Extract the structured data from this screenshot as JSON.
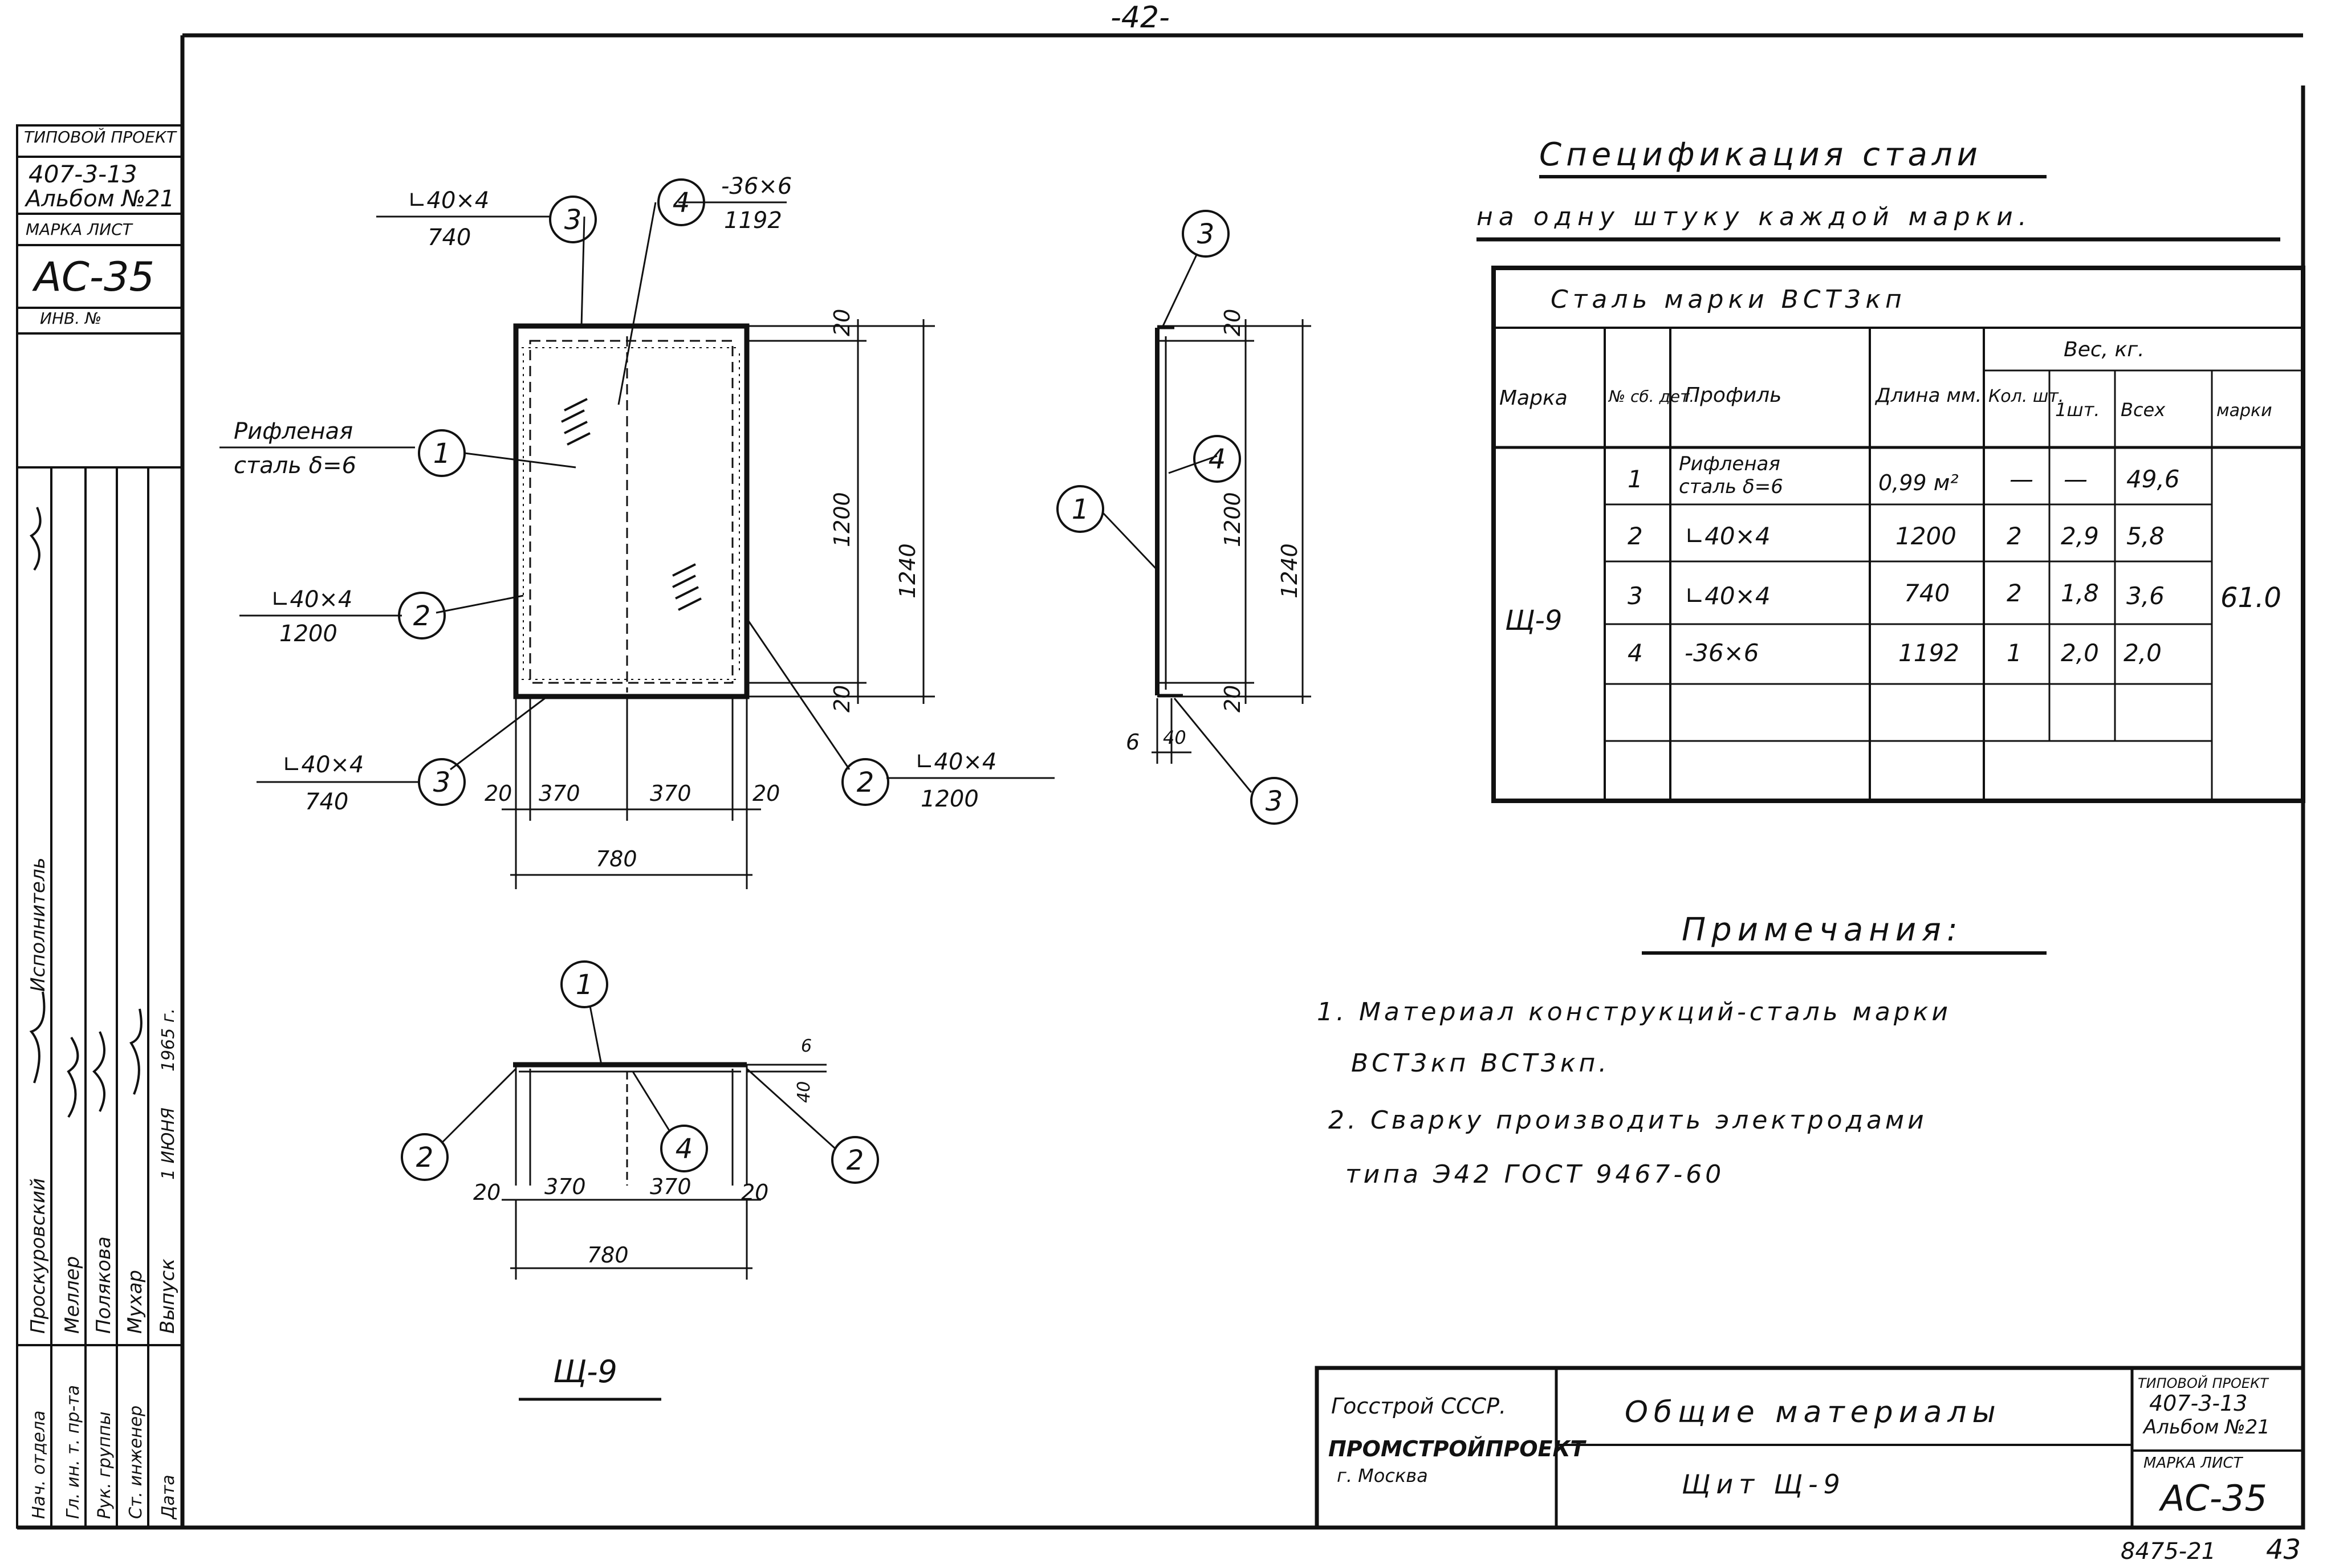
{
  "page_marker": "-42-",
  "side_stamp": {
    "header": "ТИПОВОЙ ПРОЕКТ",
    "project": "407-3-13",
    "album": "Альбом №21",
    "mark_sheet_label": "МАРКА ЛИСТ",
    "mark": "АС-35",
    "inv_label": "ИНВ. №",
    "roles": [
      "Нач. отдела",
      "Гл. ин. т. пр-та",
      "Рук. группы",
      "Ст. инженер",
      "Дата"
    ],
    "names": [
      "Проскуровский",
      "Меллер",
      "Полякова",
      "Мухар",
      "Выпуск"
    ],
    "sign_label": "Исполнитель",
    "year": "1965 г.",
    "date": "1 ИЮНЯ"
  },
  "plan_view": {
    "callouts": {
      "c3_top": {
        "num": "3",
        "profile": "∟40×4",
        "length": "740"
      },
      "c4_top": {
        "num": "4",
        "profile": "-36×6",
        "length": "1192"
      },
      "c1_left": {
        "num": "1",
        "profile": "Рифленая",
        "profile2": "сталь δ=6"
      },
      "c2_left": {
        "num": "2",
        "profile": "∟40×4",
        "length": "1200"
      },
      "c3_bottom": {
        "num": "3",
        "profile": "∟40×4",
        "length": "740"
      },
      "c2_right": {
        "num": "2",
        "profile": "∟40×4",
        "length": "1200"
      }
    },
    "dims": {
      "top": "20",
      "bottom": "20",
      "inner_height": "1200",
      "outer_height": "1240",
      "left": "20",
      "seg1": "370",
      "seg2": "370",
      "right": "20",
      "overall": "780"
    }
  },
  "side_view": {
    "callouts": {
      "top": "3",
      "mid": "4",
      "left": "1",
      "bottom": "3"
    },
    "dims": {
      "top": "20",
      "inner": "1200",
      "outer": "1240",
      "bottom": "20",
      "thick": "6",
      "flange": "40"
    }
  },
  "section_view": {
    "callouts": {
      "top": "1",
      "left": "2",
      "mid": "4",
      "right": "2"
    },
    "dims": {
      "left": "20",
      "seg1": "370",
      "seg2": "370",
      "right": "20",
      "overall": "780",
      "thick": "6",
      "height": "40"
    }
  },
  "view_title": "Щ-9",
  "spec": {
    "title": "Спецификация стали",
    "subtitle": "на одну штуку каждой марки.",
    "steel_grade": "Сталь марки ВСТ3кп",
    "headers": {
      "mark": "Марка",
      "part_no": "№ сб. дет.",
      "profile": "Профиль",
      "length": "Длина мм.",
      "qty": "Кол. шт.",
      "weight": "Вес, кг.",
      "weight_one": "1шт.",
      "weight_all": "Всех",
      "weight_mark": "марки"
    },
    "mark_value": "Щ-9",
    "total_value": "61.0",
    "rows": [
      {
        "no": "1",
        "profile": "Рифленая",
        "profile2": "сталь δ=6",
        "length": "0,99 м²",
        "qty": "—",
        "w1": "—",
        "wall": "49,6"
      },
      {
        "no": "2",
        "profile": "∟40×4",
        "profile2": "",
        "length": "1200",
        "qty": "2",
        "w1": "2,9",
        "wall": "5,8"
      },
      {
        "no": "3",
        "profile": "∟40×4",
        "profile2": "",
        "length": "740",
        "qty": "2",
        "w1": "1,8",
        "wall": "3,6"
      },
      {
        "no": "4",
        "profile": "-36×6",
        "profile2": "",
        "length": "1192",
        "qty": "1",
        "w1": "2,0",
        "wall": "2,0"
      }
    ]
  },
  "notes": {
    "title": "Примечания:",
    "lines": [
      "1. Материал конструкций-сталь марки",
      "ВСТ3кп ВСТ3кп.",
      "2. Сварку производить электродами",
      "типа Э42 ГОСТ 9467-60"
    ]
  },
  "title_block": {
    "org1": "Госстрой СССР.",
    "org2": "ПРОМСТРОЙПРОЕКТ",
    "org3": "г. Москва",
    "title": "Общие материалы",
    "subtitle": "Щит Щ-9",
    "project_label": "ТИПОВОЙ ПРОЕКТ",
    "project": "407-3-13",
    "album": "Альбом №21",
    "mark_label": "МАРКА ЛИСТ",
    "mark": "АС-35"
  },
  "footer": {
    "code": "8475-21",
    "sheet": "43"
  }
}
